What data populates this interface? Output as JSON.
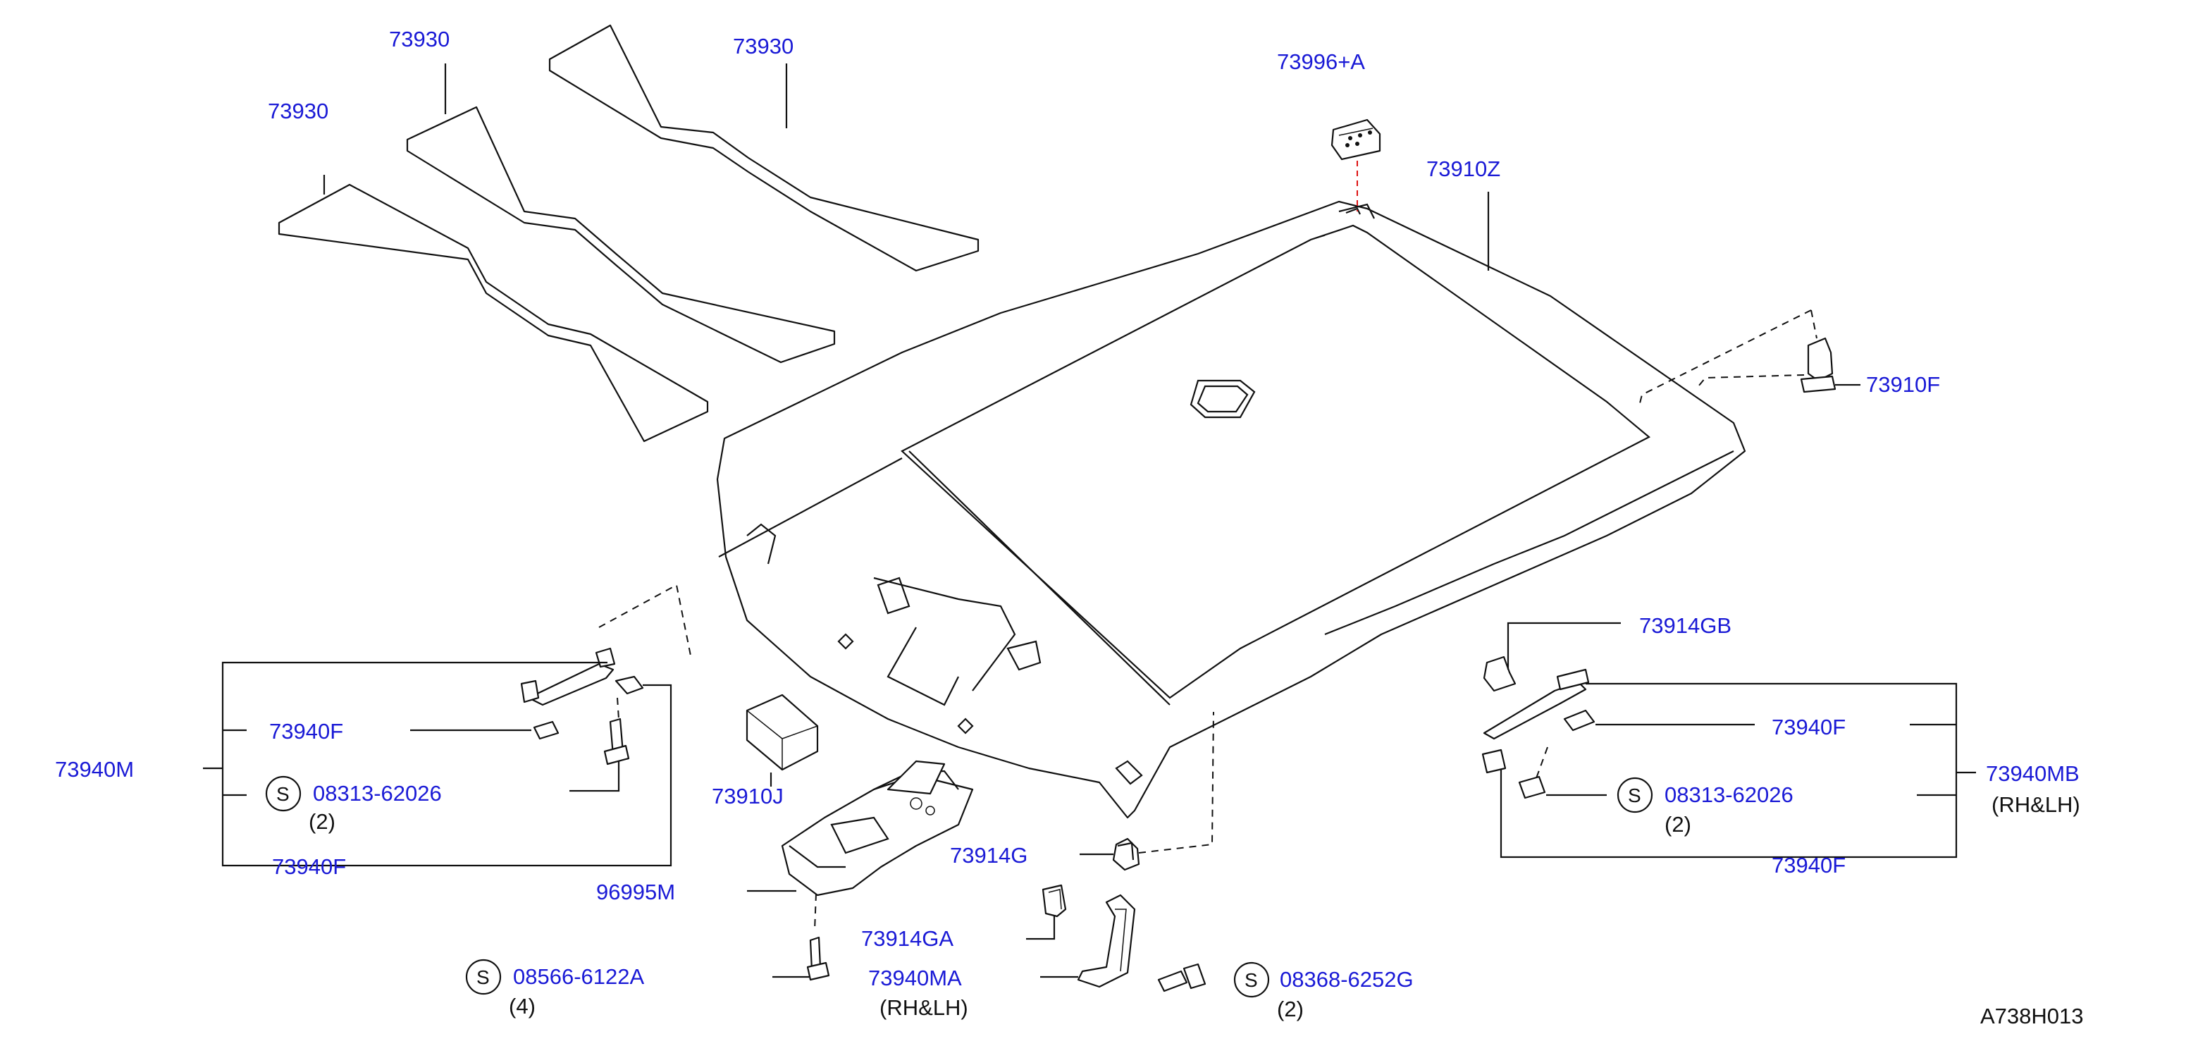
{
  "diagram_code": "A738H013",
  "callouts": {
    "pad_a": "73930",
    "pad_b": "73930",
    "pad_c": "73930",
    "lamp_73996": "73996+A",
    "headlining": "73910Z",
    "clip_73910F": "73910F",
    "handle_73914GB": "73914GB",
    "bracket_73940F_r1": "73940F",
    "assy_73940MB": "73940MB",
    "rhlh_73940MB": "(RH&LH)",
    "screw_right": "08313-62026",
    "qty_right": "(2)",
    "bracket_73940F_r2": "73940F",
    "assy_73940M": "73940M",
    "bracket_73940F_l1": "73940F",
    "screw_left": "08313-62026",
    "qty_left": "(2)",
    "bracket_73940F_l2": "73940F",
    "pad_73910J": "73910J",
    "console_96995M": "96995M",
    "screw_bottom_left": "08566-6122A",
    "qty_bottom_left": "(4)",
    "clip_73914G": "73914G",
    "clip_73914GA": "73914GA",
    "grip_73940MA": "73940MA",
    "rhlh_73940MA": "(RH&LH)",
    "screw_bottom_right": "08368-6252G",
    "qty_bottom_right": "(2)"
  },
  "symbols": {
    "standard_part": "S"
  }
}
